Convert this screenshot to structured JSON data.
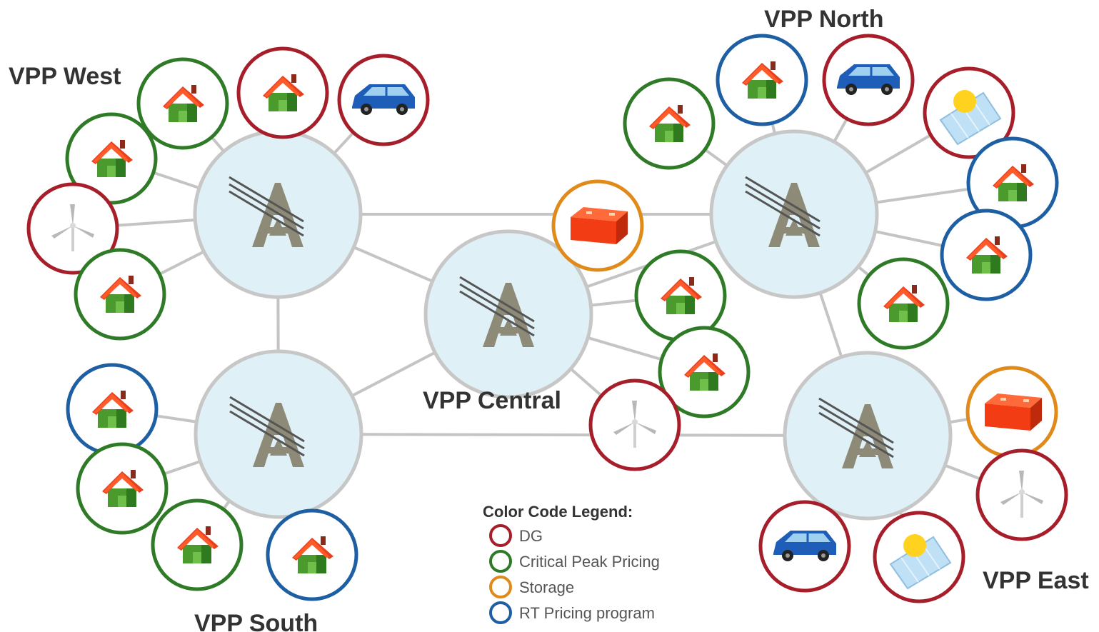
{
  "diagram": {
    "hubs": [
      {
        "id": "west",
        "label": "VPP West"
      },
      {
        "id": "north",
        "label": "VPP North"
      },
      {
        "id": "central",
        "label": "VPP Central"
      },
      {
        "id": "south",
        "label": "VPP South"
      },
      {
        "id": "east",
        "label": "VPP East"
      }
    ],
    "hub_links": [
      [
        "west",
        "north"
      ],
      [
        "west",
        "south"
      ],
      [
        "west",
        "central"
      ],
      [
        "central",
        "north"
      ],
      [
        "central",
        "south"
      ],
      [
        "south",
        "east"
      ],
      [
        "north",
        "east"
      ]
    ],
    "resources": [
      {
        "hub": "west",
        "icon": "house-icon",
        "program": "cpp"
      },
      {
        "hub": "west",
        "icon": "house-icon",
        "program": "dg"
      },
      {
        "hub": "west",
        "icon": "electric-car-icon",
        "program": "dg"
      },
      {
        "hub": "west",
        "icon": "house-icon",
        "program": "cpp"
      },
      {
        "hub": "west",
        "icon": "wind-turbine-icon",
        "program": "dg"
      },
      {
        "hub": "west",
        "icon": "house-icon",
        "program": "cpp"
      },
      {
        "hub": "north",
        "icon": "house-icon",
        "program": "cpp"
      },
      {
        "hub": "north",
        "icon": "house-icon",
        "program": "rt"
      },
      {
        "hub": "north",
        "icon": "electric-car-icon",
        "program": "dg"
      },
      {
        "hub": "north",
        "icon": "solar-panel-icon",
        "program": "dg"
      },
      {
        "hub": "north",
        "icon": "house-icon",
        "program": "rt"
      },
      {
        "hub": "north",
        "icon": "house-icon",
        "program": "rt"
      },
      {
        "hub": "north",
        "icon": "house-icon",
        "program": "cpp"
      },
      {
        "hub": "central",
        "icon": "battery-icon",
        "program": "storage"
      },
      {
        "hub": "central",
        "icon": "house-icon",
        "program": "cpp"
      },
      {
        "hub": "central",
        "icon": "house-icon",
        "program": "cpp"
      },
      {
        "hub": "central",
        "icon": "wind-turbine-icon",
        "program": "dg"
      },
      {
        "hub": "south",
        "icon": "house-icon",
        "program": "rt"
      },
      {
        "hub": "south",
        "icon": "house-icon",
        "program": "cpp"
      },
      {
        "hub": "south",
        "icon": "house-icon",
        "program": "cpp"
      },
      {
        "hub": "south",
        "icon": "house-icon",
        "program": "rt"
      },
      {
        "hub": "east",
        "icon": "battery-icon",
        "program": "storage"
      },
      {
        "hub": "east",
        "icon": "wind-turbine-icon",
        "program": "dg"
      },
      {
        "hub": "east",
        "icon": "solar-panel-icon",
        "program": "dg"
      },
      {
        "hub": "east",
        "icon": "electric-car-icon",
        "program": "dg"
      }
    ]
  },
  "legend": {
    "title": "Color Code Legend:",
    "items": [
      {
        "key": "dg",
        "label": "DG",
        "color": "#a61e2a"
      },
      {
        "key": "cpp",
        "label": "Critical Peak Pricing",
        "color": "#2e7a26"
      },
      {
        "key": "storage",
        "label": "Storage",
        "color": "#e08a1a"
      },
      {
        "key": "rt",
        "label": "RT Pricing program",
        "color": "#1e5fa3"
      }
    ]
  },
  "colors": {
    "hub_fill": "#dff1f7",
    "hub_stroke": "#c7c7c7",
    "link": "#c4c4c4",
    "tower": "#8e8a78"
  }
}
